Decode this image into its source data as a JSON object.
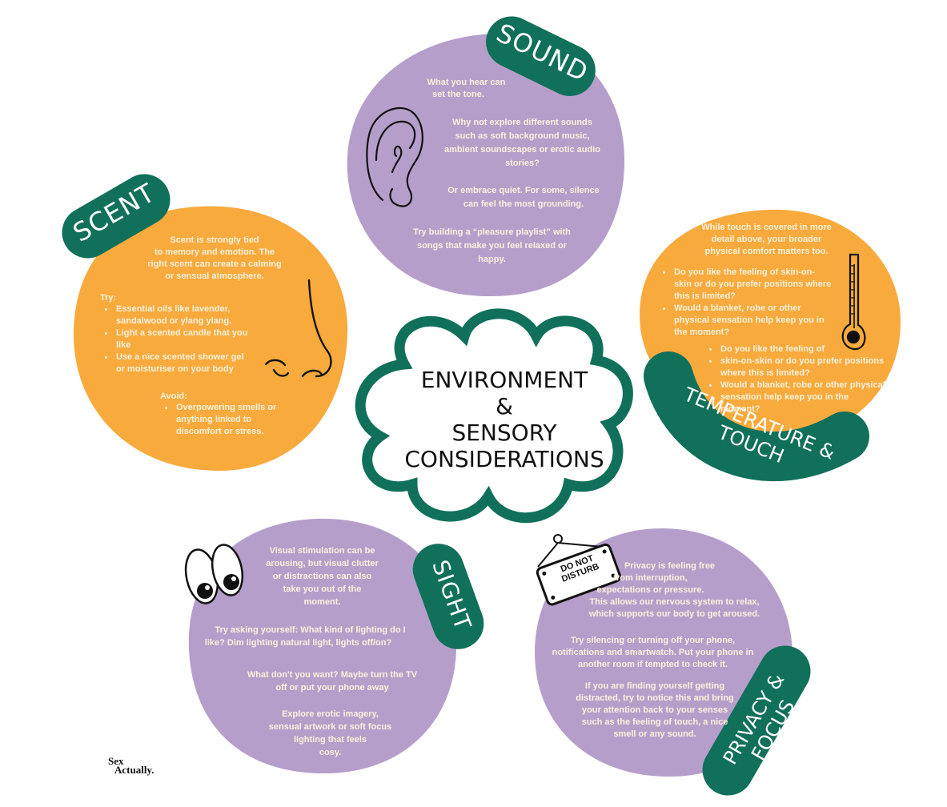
{
  "colors": {
    "purple": "#b69ecb",
    "orange": "#f8aa3d",
    "green": "#10705a",
    "text": "#fcf1dc",
    "ink": "#111111"
  },
  "center_title": {
    "line1": "ENVIRONMENT",
    "line2": "&",
    "line3": "SENSORY",
    "line4": "CONSIDERATIONS"
  },
  "sound": {
    "label": "SOUND",
    "p1a": "What you hear can",
    "p1b": "set the tone.",
    "p2a": "Why not explore different sounds",
    "p2b": "such as soft background music,",
    "p2c": "ambient soundscapes or erotic audio",
    "p2d": "stories?",
    "p3a": "Or embrace quiet. For some, silence",
    "p3b": "can feel the most grounding.",
    "p4a": "Try building a “pleasure playlist” with",
    "p4b": "songs that make you feel relaxed or",
    "p4c": "happy.",
    "icon": "ear-icon"
  },
  "scent": {
    "label": "SCENT",
    "p1a": "Scent is strongly tied",
    "p1b": "to memory and emotion. The",
    "p1c": "right scent can create a calming",
    "p1d": "or sensual atmosphere.",
    "try_label": "Try:",
    "try_items": [
      "Essential oils like lavender, sandalwood or ylang ylang.",
      "Light a scented candle that you like",
      "Use a nice scented shower gel or moisturiser on your body"
    ],
    "avoid_label": "Avoid:",
    "avoid_items": [
      "Overpowering smells or anything linked to discomfort or stress."
    ],
    "icon": "nose-icon"
  },
  "temperature": {
    "label": "TEMPERATURE & TOUCH",
    "p1a": "While touch is covered in more",
    "p1b": "detail above, your broader",
    "p1c": "physical comfort matters too.",
    "items1": [
      "Do you like the feeling of skin-on-skin or do you prefer positions where this is limited?",
      "Would a blanket, robe or other physical sensation help keep you in the moment?"
    ],
    "items2": [
      "Do you like the feeling of",
      "skin-on-skin or do you prefer positions where this is limited?",
      "Would a blanket, robe or other physical sensation help keep you in the moment?"
    ],
    "icon": "thermometer-icon"
  },
  "sight": {
    "label": "SIGHT",
    "p1a": "Visual stimulation can be",
    "p1b": "arousing, but visual clutter",
    "p1c": "or distractions can also",
    "p1d": "take you out of the",
    "p1e": "moment.",
    "p2a": "Try asking yourself: What kind of lighting do I",
    "p2b": "like? Dim lighting natural light, lights off/on?",
    "p3a": "What don't you want? Maybe turn the TV",
    "p3b": "off or put your phone away",
    "p4a": "Explore erotic imagery,",
    "p4b": "sensual artwork or soft focus",
    "p4c": "lighting that feels",
    "p4d": "cosy.",
    "icon": "eyes-icon"
  },
  "privacy": {
    "label": "PRIVACY & FOCUS",
    "sign1": "DO NOT",
    "sign2": "DISTURB",
    "p1a": "Privacy is feeling free",
    "p1b": "from interruption,",
    "p1c": "expectations or pressure.",
    "p1d": "This allows our nervous system to relax,",
    "p1e": "which supports our body to get aroused.",
    "p2a": "Try silencing or turning off your phone,",
    "p2b": "notifications and smartwatch. Put your phone in",
    "p2c": "another room if tempted to check it.",
    "p3a": "If you are finding yourself getting",
    "p3b": "distracted, try to notice this and bring",
    "p3c": "your attention back to your senses",
    "p3d": "such as the feeling of  touch, a nice",
    "p3e": "smell or any sound.",
    "icon": "do-not-disturb-sign-icon"
  },
  "brand": {
    "line1": "Sex",
    "line2": "Actually."
  }
}
